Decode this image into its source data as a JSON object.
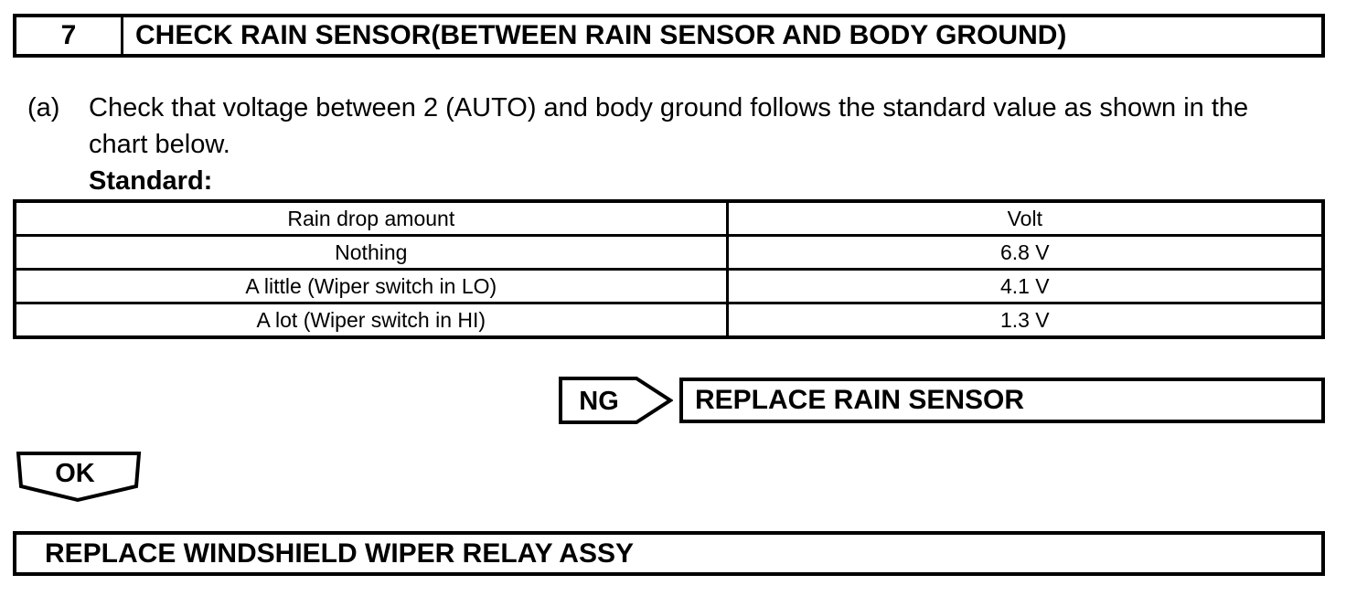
{
  "page": {
    "background_color": "#ffffff",
    "ink_color": "#000000"
  },
  "step_header": {
    "number": "7",
    "title": "CHECK RAIN SENSOR(BETWEEN RAIN SENSOR AND BODY GROUND)"
  },
  "instruction": {
    "marker": "(a)",
    "line1": "Check that voltage between 2 (AUTO) and body ground follows the standard value as shown in the",
    "line2": "chart below.",
    "standard_label": "Standard:"
  },
  "standard_table": {
    "columns": {
      "rain_drop_amount": "Rain drop amount",
      "volt": "Volt"
    },
    "rows": [
      {
        "rain_drop_amount": "Nothing",
        "volt": "6.8 V"
      },
      {
        "rain_drop_amount": "A little (Wiper switch in LO)",
        "volt": "4.1 V"
      },
      {
        "rain_drop_amount": "A lot (Wiper switch in HI)",
        "volt": "1.3 V"
      }
    ]
  },
  "ng_branch": {
    "connector_label": "NG",
    "action": "REPLACE RAIN SENSOR"
  },
  "ok_branch": {
    "connector_label": "OK"
  },
  "final_action": {
    "action": "REPLACE WINDSHIELD WIPER RELAY ASSY"
  }
}
